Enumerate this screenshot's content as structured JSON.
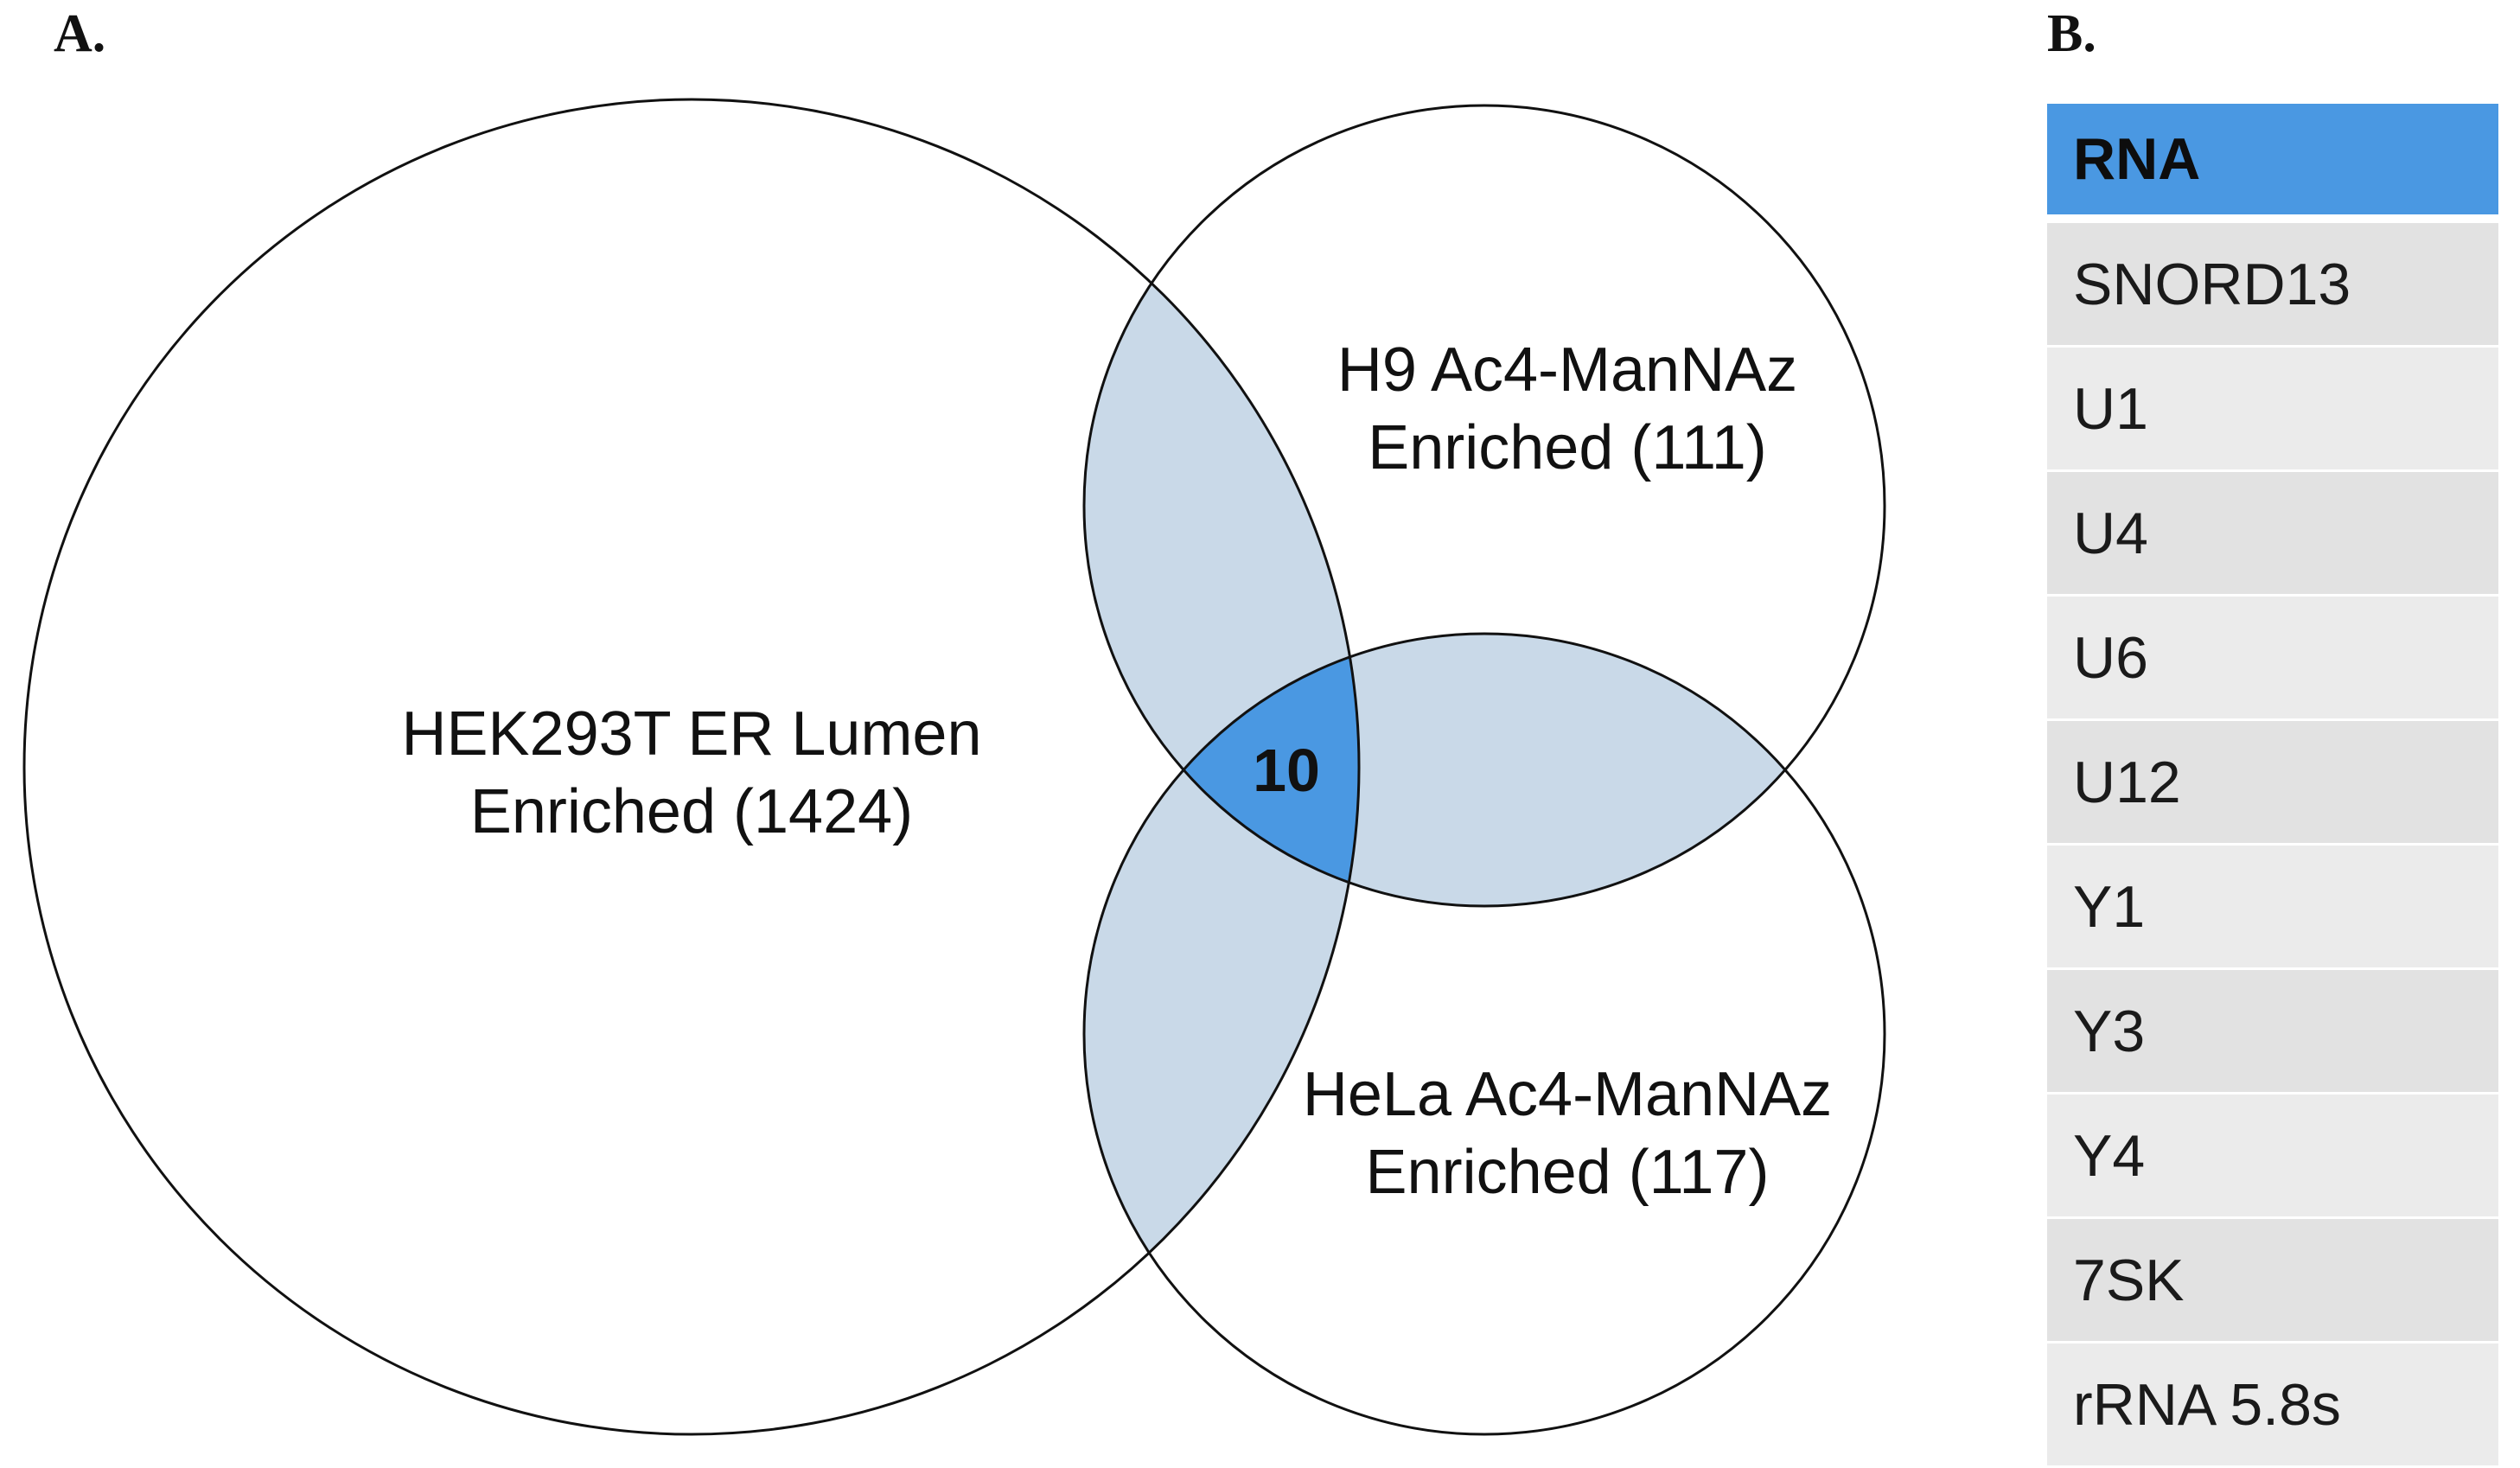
{
  "panel_a": {
    "label": "A.",
    "sets": {
      "hek": {
        "line1": "HEK293T ER Lumen",
        "line2": "Enriched (1424)"
      },
      "h9": {
        "line1": "H9 Ac4-ManNAz",
        "line2": "Enriched (111)"
      },
      "hela": {
        "line1": "HeLa Ac4-ManNAz",
        "line2": "Enriched (117)"
      }
    },
    "intersection_count": "10",
    "colors": {
      "pair_overlap": "#c9d9e8",
      "triple_overlap": "#4a98e2",
      "outline": "#111111"
    }
  },
  "panel_b": {
    "label": "B.",
    "header": "RNA",
    "rows": [
      "SNORD13",
      "U1",
      "U4",
      "U6",
      "U12",
      "Y1",
      "Y3",
      "Y4",
      "7SK",
      "rRNA 5.8s"
    ]
  }
}
